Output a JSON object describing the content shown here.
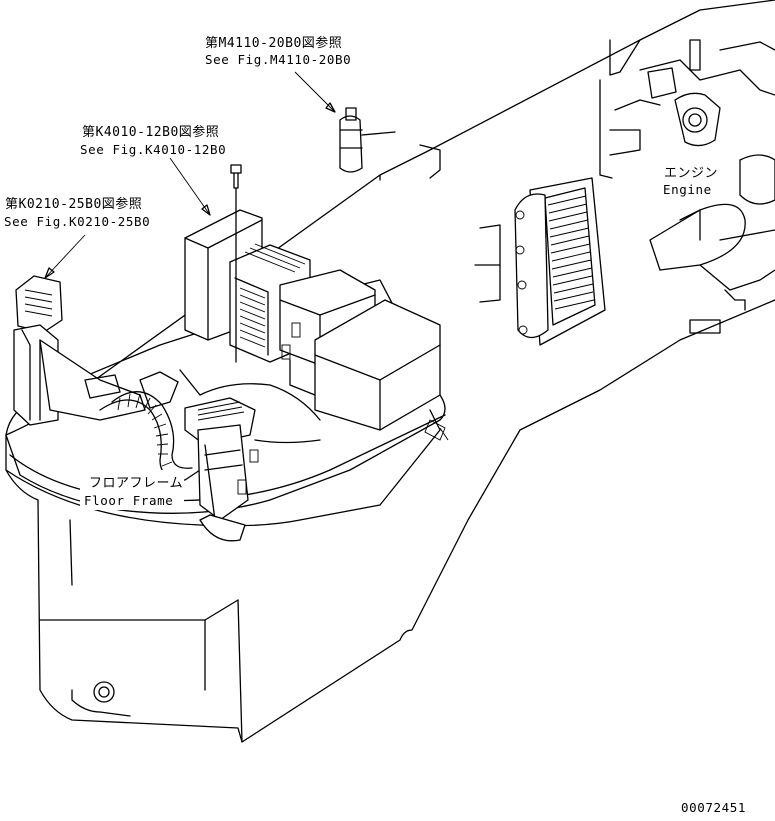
{
  "callouts": {
    "m4110": {
      "jp": "第M4110-20B0図参照",
      "en": "See Fig.M4110-20B0"
    },
    "k4010": {
      "jp": "第K4010-12B0図参照",
      "en": "See Fig.K4010-12B0"
    },
    "k0210": {
      "jp": "第K0210-25B0図参照",
      "en": "See Fig.K0210-25B0"
    }
  },
  "parts": {
    "engine": {
      "jp": "エンジン",
      "en": "Engine"
    },
    "floor_frame": {
      "jp": "フロアフレーム",
      "en": "Floor Frame"
    }
  },
  "drawing_number": "00072451",
  "colors": {
    "line": "#000000",
    "background": "#ffffff"
  }
}
